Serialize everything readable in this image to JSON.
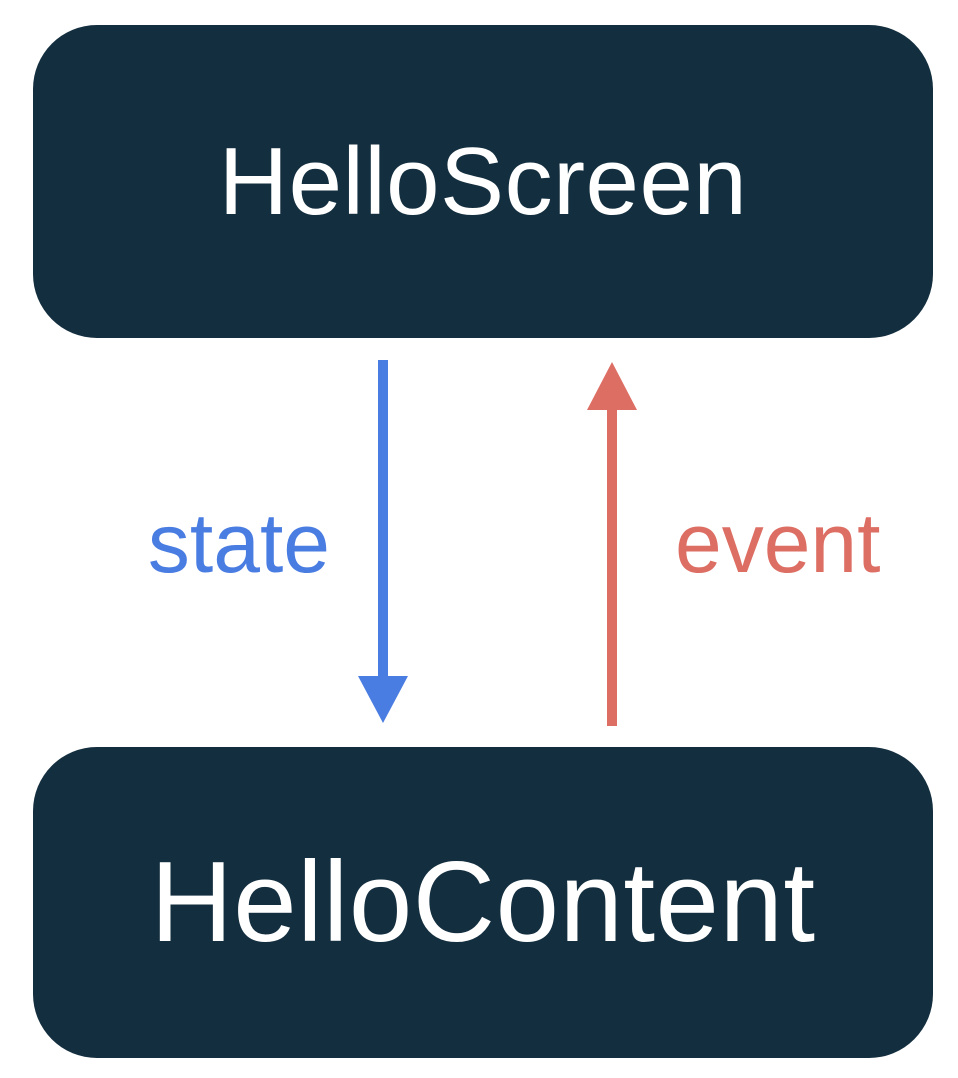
{
  "diagram": {
    "title": "unidirectional-data-flow",
    "nodes": [
      {
        "id": "screen",
        "label": "HelloScreen"
      },
      {
        "id": "content",
        "label": "HelloContent"
      }
    ],
    "arrows": [
      {
        "id": "state",
        "label": "state",
        "direction": "down",
        "from": "HelloScreen",
        "to": "HelloContent"
      },
      {
        "id": "event",
        "label": "event",
        "direction": "up",
        "from": "HelloContent",
        "to": "HelloScreen"
      }
    ],
    "colors": {
      "node_background": "#132e3e",
      "node_text": "#ffffff",
      "state_blue": "#4a7de2",
      "event_red": "#dd6e63",
      "background": "#ffffff"
    }
  }
}
